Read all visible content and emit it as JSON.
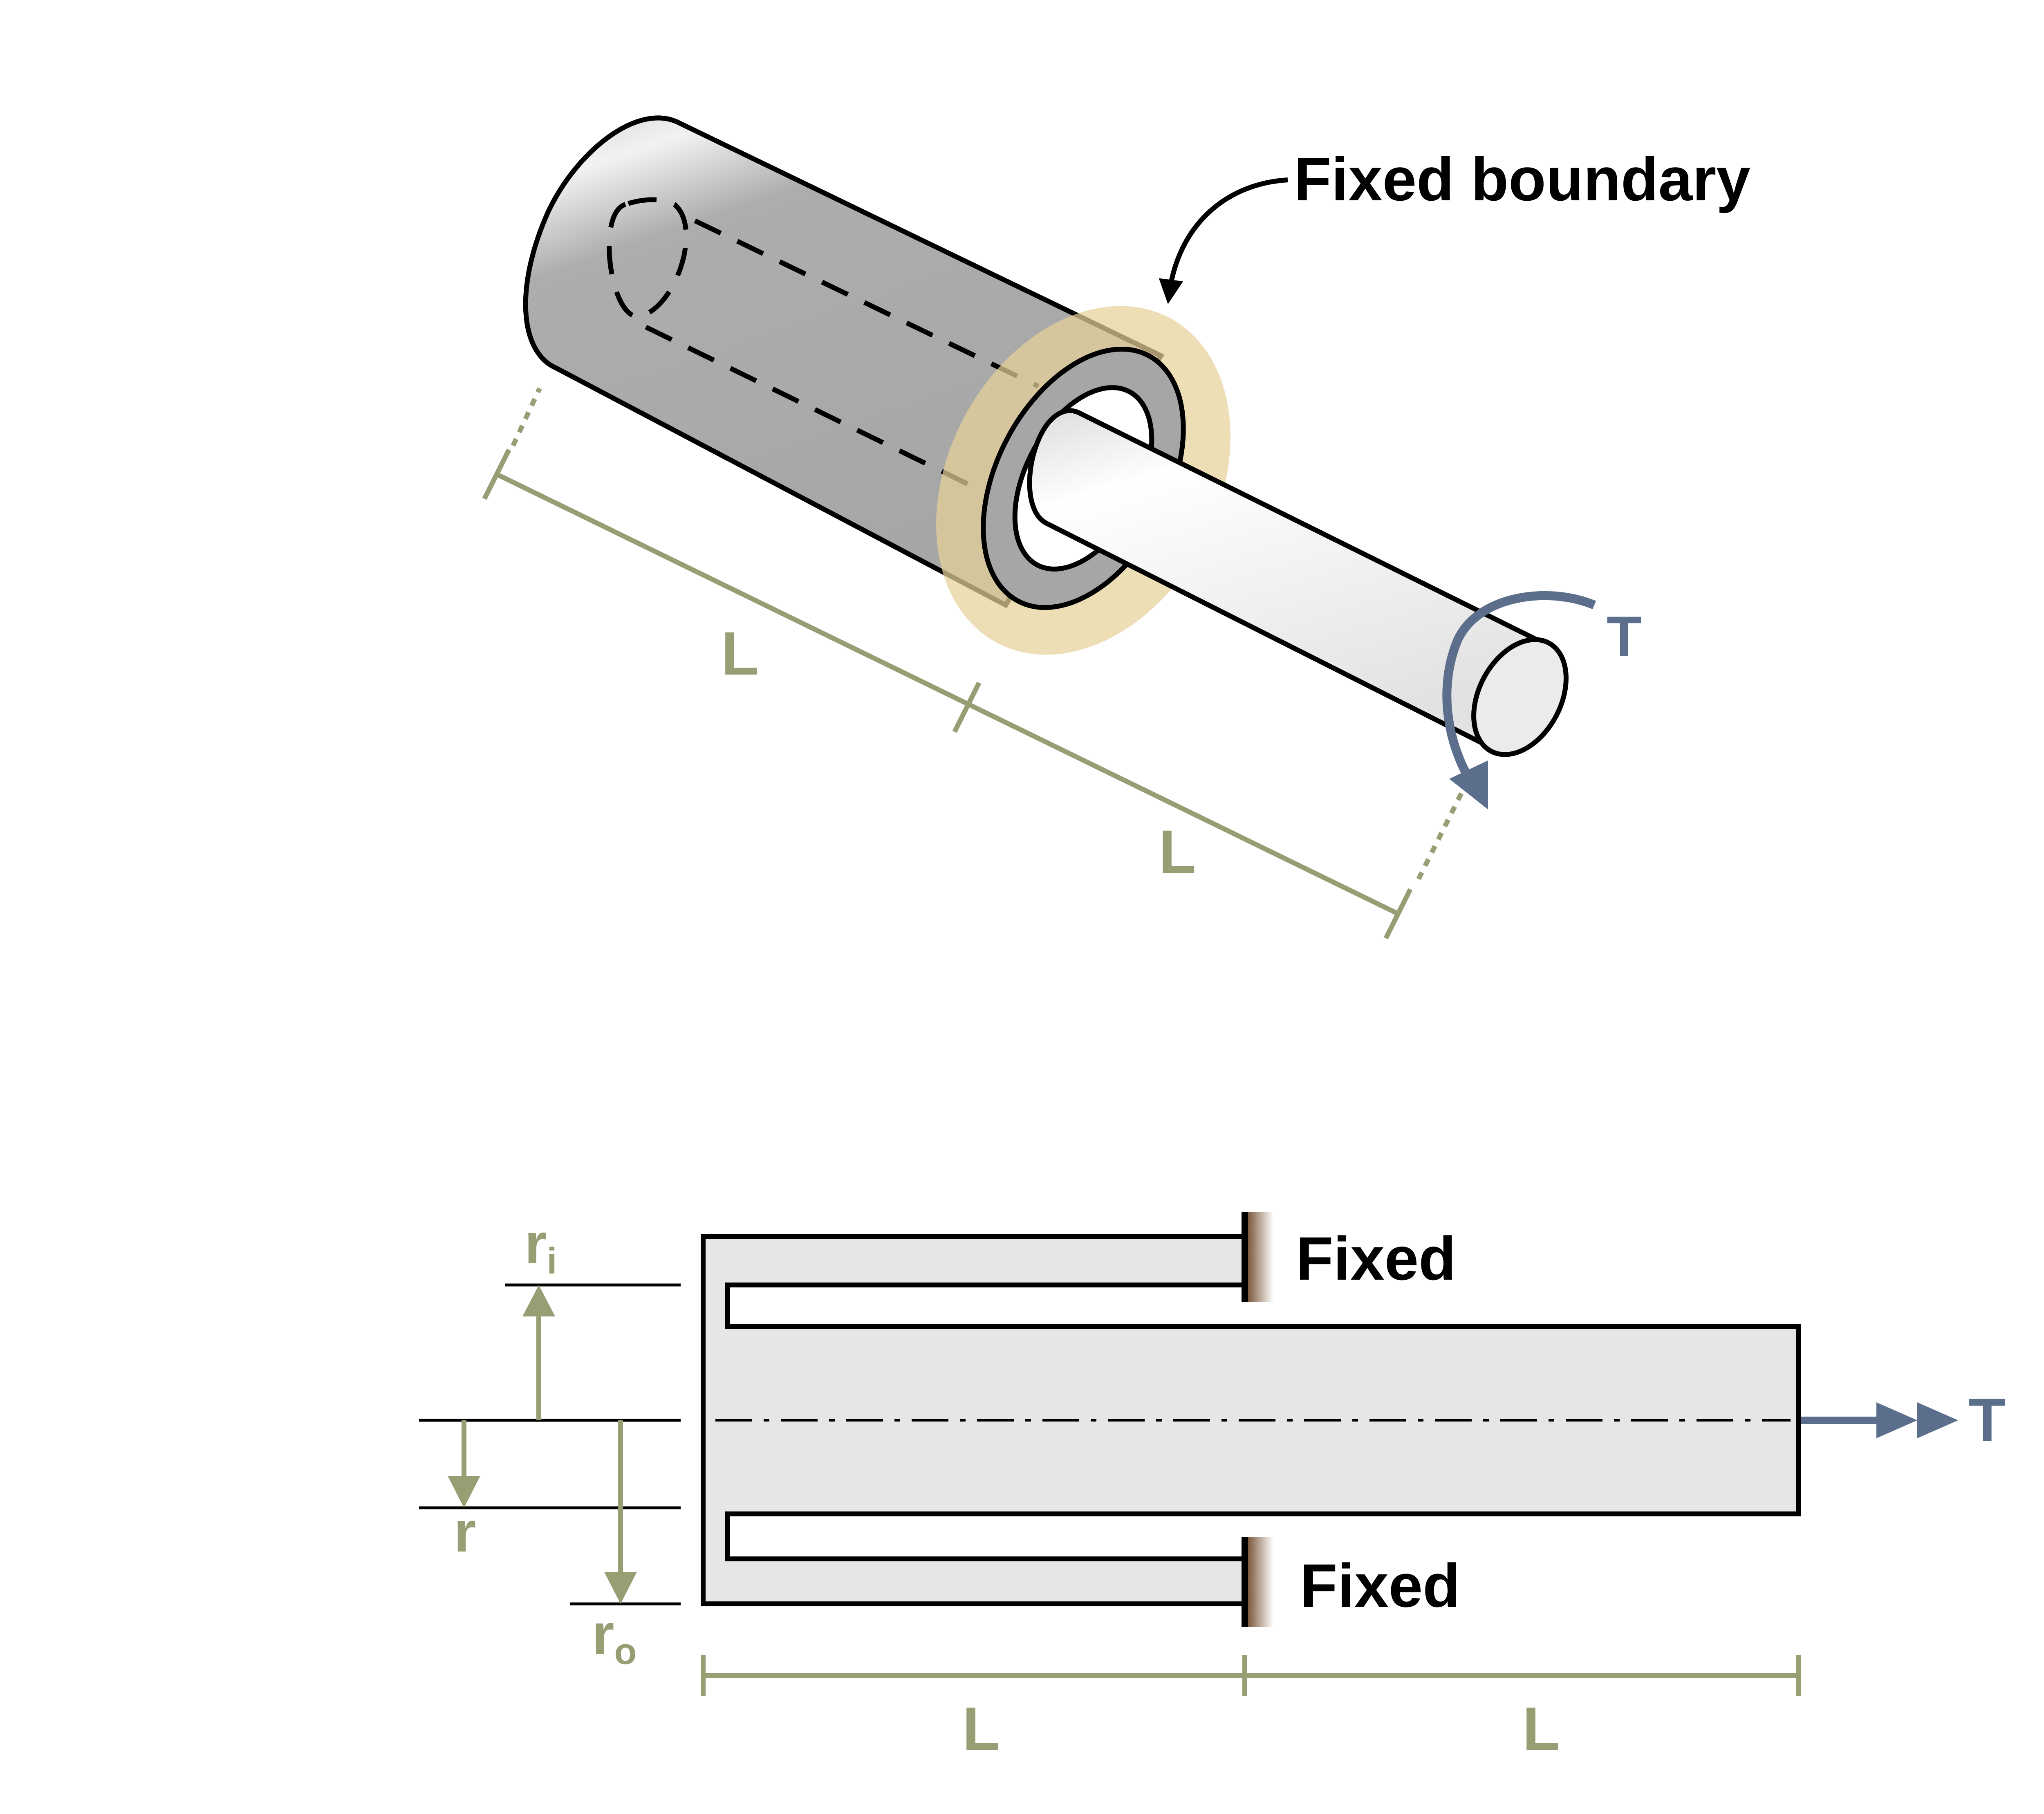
{
  "isometric": {
    "fixed_label": "Fixed boundary",
    "torque_label": "T",
    "length_labels": [
      "L",
      "L"
    ]
  },
  "section": {
    "fixed_top_label": "Fixed",
    "fixed_bottom_label": "Fixed",
    "torque_label": "T",
    "radius_inner": {
      "main": "r",
      "sub": "i"
    },
    "radius": {
      "main": "r"
    },
    "radius_outer": {
      "main": "r",
      "sub": "o"
    },
    "length_labels": [
      "L",
      "L"
    ]
  },
  "colors": {
    "dimension": "#979e73",
    "torque": "#5b6f8c",
    "fixed_highlight": "#e8d199",
    "outer_tube": "#a9a9a9",
    "shaft": "#e6e6e6",
    "wall_hatch": "#7a5230"
  }
}
